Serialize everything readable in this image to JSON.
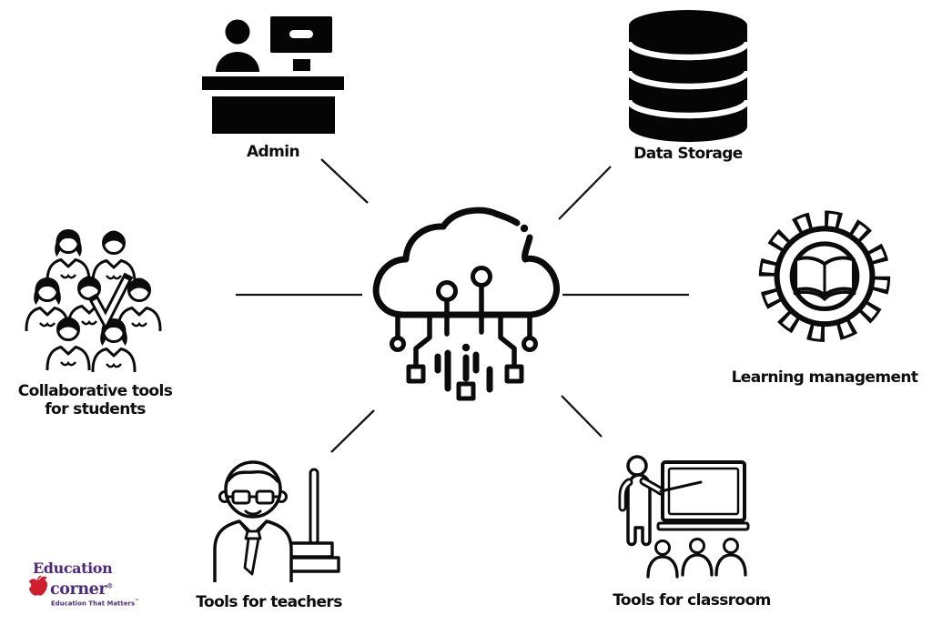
{
  "title": "Cloud computing in education diagram",
  "colors": {
    "ink": "#0b0b0b",
    "background": "#ffffff",
    "logo_purple": "#4b2a7a",
    "logo_red": "#cf1f2f"
  },
  "center": {
    "icon": "cloud-circuit-icon"
  },
  "nodes": {
    "admin": {
      "label": "Admin",
      "icon": "person-at-desk-icon"
    },
    "data_storage": {
      "label": "Data Storage",
      "icon": "database-icon"
    },
    "learning_management": {
      "label": "Learning management",
      "icon": "gear-book-icon"
    },
    "collaborative": {
      "label_line1": "Collaborative tools",
      "label_line2": "for students",
      "icon": "students-group-icon"
    },
    "teachers": {
      "label": "Tools for teachers",
      "icon": "teacher-icon"
    },
    "classroom": {
      "label": "Tools for classroom",
      "icon": "classroom-presentation-icon"
    }
  },
  "edges": [
    {
      "from": "cloud",
      "to": "admin"
    },
    {
      "from": "cloud",
      "to": "data_storage"
    },
    {
      "from": "cloud",
      "to": "learning_management"
    },
    {
      "from": "cloud",
      "to": "collaborative"
    },
    {
      "from": "cloud",
      "to": "teachers"
    },
    {
      "from": "cloud",
      "to": "classroom"
    }
  ],
  "logo": {
    "line1": "Education",
    "line2": "corner",
    "registered": "®",
    "tagline": "Education That Matters",
    "trademark": "™"
  }
}
